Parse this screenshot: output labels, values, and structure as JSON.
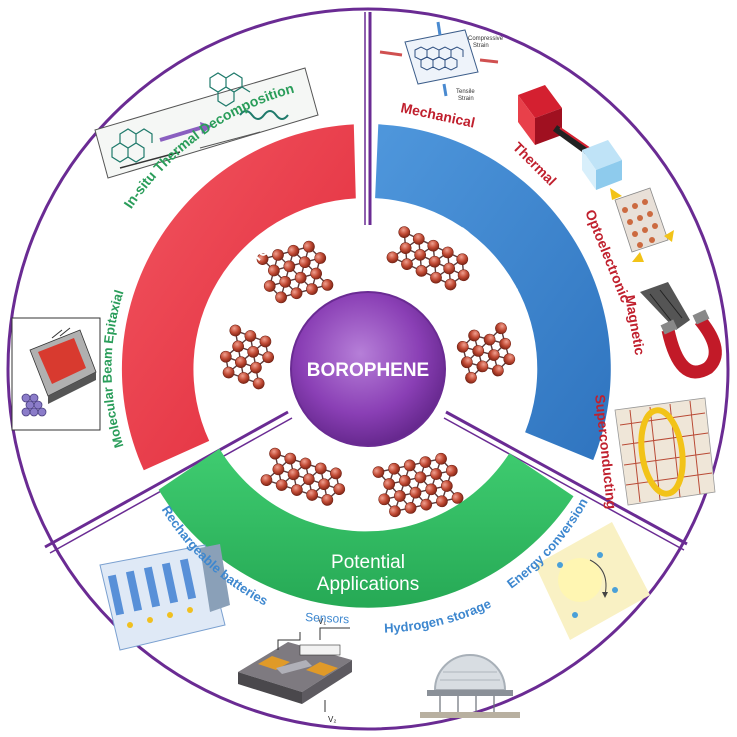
{
  "center": {
    "label": "BOROPHENE"
  },
  "sectors": {
    "synthesis": {
      "title": "Synthesis",
      "items": [
        "In-situ Thermal Decomposition",
        "Molecular Beam Epitaxial"
      ]
    },
    "properties": {
      "title": "Properties",
      "items": [
        "Mechanical",
        "Thermal",
        "Optoelectronic",
        "Magnetic",
        "Superconducting"
      ]
    },
    "applications": {
      "title_line1": "Potential",
      "title_line2": "Applications",
      "items": [
        "Rechargeable batteries",
        "Sensors",
        "Hydrogen storage",
        "Energy conversion"
      ]
    }
  },
  "figure_text": {
    "mechanical_compressive": "Compressive",
    "mechanical_strain": "Strain",
    "mechanical_tensile": "Tensile",
    "mechanical_strain2": "Strain",
    "sensor_v1": "V₁",
    "sensor_v2": "V₂"
  },
  "colors": {
    "outline": "#6a2b93",
    "center": "#8a3fb5",
    "synthesis": "#ee3344",
    "properties": "#3d87cf",
    "applications": "#2fbf63",
    "item_green": "#2a9d5a",
    "item_red": "#c0202e",
    "item_blue": "#3d87cf",
    "atom": "#b5402d"
  }
}
